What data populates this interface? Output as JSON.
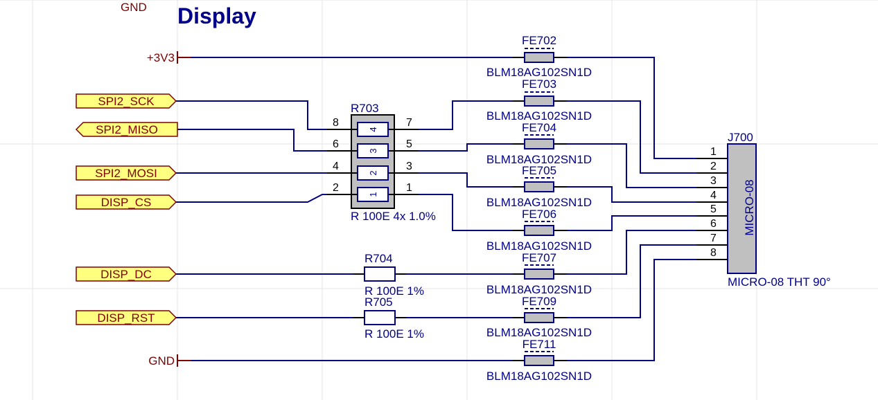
{
  "sheet": {
    "title": "Display",
    "top_net": "GND"
  },
  "colors": {
    "wire": "#000080",
    "component_fill": "#c0c0c0",
    "port_fill": "#ffff80",
    "port_border": "#800000",
    "power_label": "#800000",
    "designator": "#00008b",
    "grid": "#e6e6e6"
  },
  "power_ports": {
    "vcc": "+3V3",
    "gnd": "GND"
  },
  "ports": [
    {
      "name": "SPI2_SCK",
      "direction": "output"
    },
    {
      "name": "SPI2_MISO",
      "direction": "input"
    },
    {
      "name": "SPI2_MOSI",
      "direction": "output"
    },
    {
      "name": "DISP_CS",
      "direction": "output"
    },
    {
      "name": "DISP_DC",
      "direction": "output"
    },
    {
      "name": "DISP_RST",
      "direction": "output"
    }
  ],
  "ferrites": [
    {
      "designator": "FE702",
      "value": "BLM18AG102SN1D"
    },
    {
      "designator": "FE703",
      "value": "BLM18AG102SN1D"
    },
    {
      "designator": "FE704",
      "value": "BLM18AG102SN1D"
    },
    {
      "designator": "FE705",
      "value": "BLM18AG102SN1D"
    },
    {
      "designator": "FE706",
      "value": "BLM18AG102SN1D"
    },
    {
      "designator": "FE707",
      "value": "BLM18AG102SN1D"
    },
    {
      "designator": "FE709",
      "value": "BLM18AG102SN1D"
    },
    {
      "designator": "FE711",
      "value": "BLM18AG102SN1D"
    }
  ],
  "resistor_array": {
    "designator": "R703",
    "value": "R 100E 4x 1.0%",
    "elements": [
      "4",
      "3",
      "2",
      "1"
    ],
    "left_pins": [
      "8",
      "6",
      "4",
      "2"
    ],
    "right_pins": [
      "7",
      "5",
      "3",
      "1"
    ]
  },
  "resistors": [
    {
      "designator": "R704",
      "value": "R 100E 1%"
    },
    {
      "designator": "R705",
      "value": "R 100E 1%"
    }
  ],
  "connector": {
    "designator": "J700",
    "body_label": "MICRO-08",
    "value": "MICRO-08 THT 90°",
    "pins": [
      "1",
      "2",
      "3",
      "4",
      "5",
      "6",
      "7",
      "8"
    ]
  }
}
